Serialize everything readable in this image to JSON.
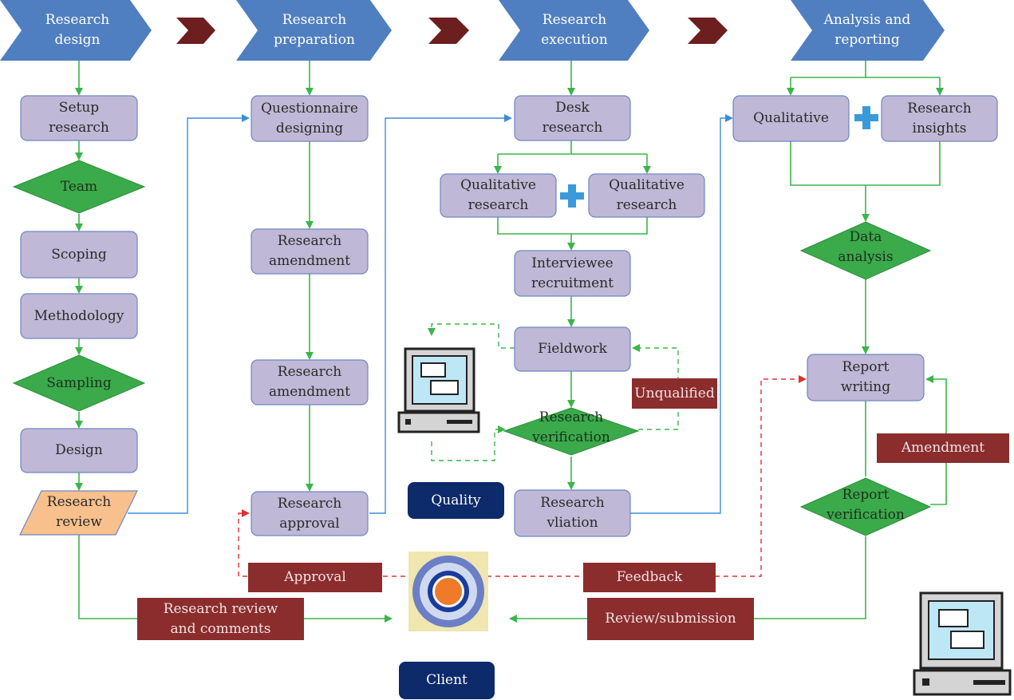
{
  "stages": [
    "Research\ndesign",
    "Research\npreparation",
    "Research\nexecution",
    "Analysis and\nreporting"
  ],
  "design": {
    "setup": "Setup\nresearch",
    "team": "Team",
    "scoping": "Scoping",
    "methodology": "Methodology",
    "sampling": "Sampling",
    "design": "Design",
    "review": "Research\nreview"
  },
  "preparation": {
    "questionnaire": "Questionnaire\ndesigning",
    "amendment1": "Research\namendment",
    "amendment2": "Research\namendment",
    "approval": "Research\napproval"
  },
  "execution": {
    "desk": "Desk\nresearch",
    "qual1": "Qualitative\nresearch",
    "qual2": "Qualitative\nresearch",
    "recruitment": "Interviewee\nrecruitment",
    "fieldwork": "Fieldwork",
    "verification": "Research\nverification",
    "vliation": "Research\nvliation",
    "unqualified": "Unqualified"
  },
  "analysis": {
    "qualitative": "Qualitative",
    "insights": "Research\ninsights",
    "data_analysis": "Data\nanalysis",
    "report_writing": "Report\nwriting",
    "amendment": "Amendment",
    "report_verification": "Report\nverification"
  },
  "bottom": {
    "approval": "Approval",
    "feedback": "Feedback",
    "review_comments": "Research review\nand comments",
    "review_submission": "Review/submission"
  },
  "badges": {
    "quality": "Quality",
    "client": "Client"
  },
  "colors": {
    "stage_blue": "#4f7fc0",
    "process_lavender": "#bfb8d6",
    "decision_green": "#3aaa4a",
    "label_maroon": "#8b2d2d",
    "badge_navy": "#0d2a6a",
    "review_orange": "#f8c08c",
    "chevron_dark": "#6d1e1e",
    "line_green": "#3bb54a",
    "line_blue": "#3d8ed6",
    "line_red": "#e03030"
  },
  "icons": [
    "computer-icon",
    "target-icon",
    "plus-icon"
  ]
}
